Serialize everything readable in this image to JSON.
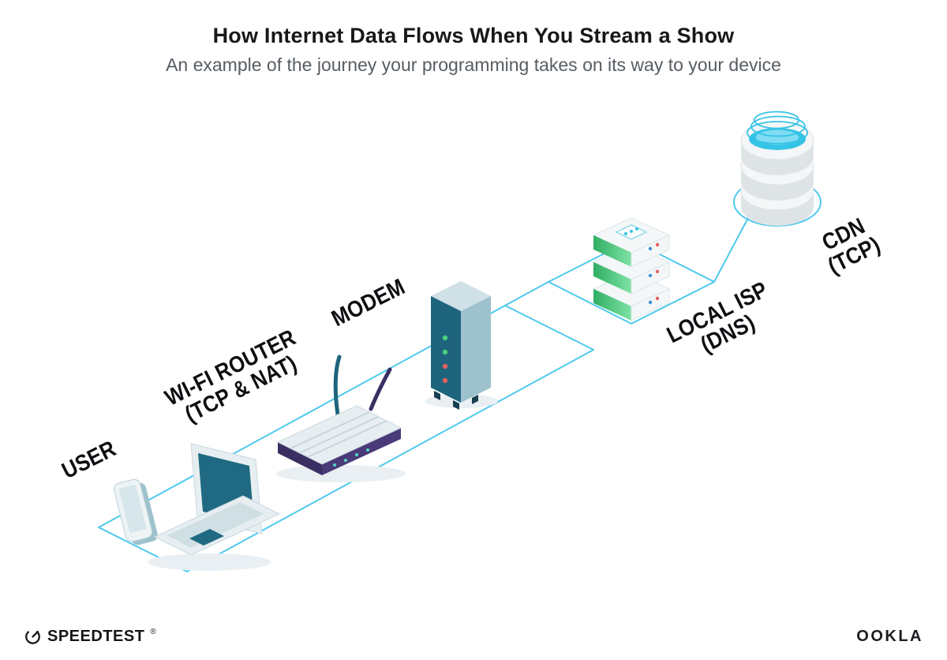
{
  "header": {
    "title": "How Internet Data Flows When You Stream a Show",
    "subtitle": "An example of the journey your programming takes on its way to your device"
  },
  "diagram": {
    "type": "flow",
    "flow_order": [
      "USER",
      "WI-FI ROUTER (TCP & NAT)",
      "MODEM",
      "LOCAL ISP (DNS)",
      "CDN (TCP)"
    ],
    "nodes": [
      {
        "id": "user",
        "label": "USER",
        "sublabel": ""
      },
      {
        "id": "wifi-router",
        "label": "WI-FI ROUTER",
        "sublabel": "(TCP & NAT)"
      },
      {
        "id": "modem",
        "label": "MODEM",
        "sublabel": ""
      },
      {
        "id": "local-isp",
        "label": "LOCAL ISP",
        "sublabel": "(DNS)"
      },
      {
        "id": "cdn",
        "label": "CDN",
        "sublabel": "(TCP)"
      }
    ],
    "modem_leds": [
      "#49d17e",
      "#49d17e",
      "#e2605f",
      "#e2605f"
    ],
    "server_leds": [
      "#e2605f",
      "#3f8fd4"
    ]
  },
  "footer": {
    "speedtest_label": "SPEEDTEST",
    "speedtest_mark": "®",
    "ookla_label": "OOKLA"
  },
  "colors": {
    "line": "#4fc9ee",
    "accent-cyan": "#35c3e6",
    "teal-dark": "#1e647c",
    "teal-screen": "#1f6a82",
    "device-light": "#e7eef1",
    "device-mid": "#cfdfe4",
    "device-shade": "#9dc2cd",
    "purple-dark": "#3a2f63",
    "purple-mid": "#4a3a78",
    "server-green": "#45c46e",
    "surface-white": "#f4f7f8",
    "surface-gray": "#dfe7ea",
    "text-dark": "#16181a",
    "text-gray": "#575d63"
  }
}
